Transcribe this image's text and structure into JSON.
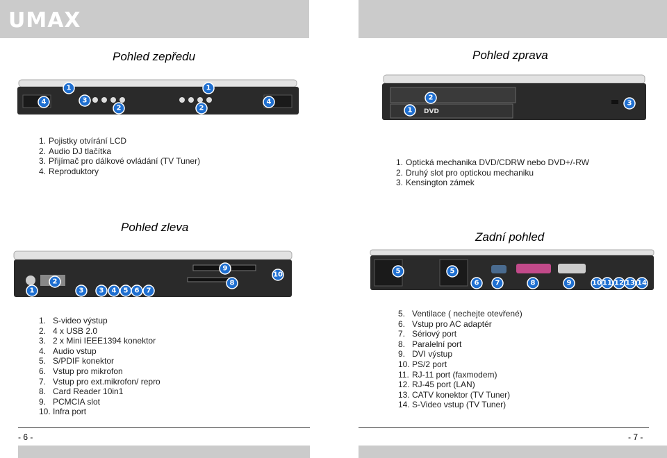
{
  "header": {
    "logo_text": "UMAX"
  },
  "front": {
    "title": "Pohled zepředu",
    "items": [
      {
        "n": "1.",
        "text": "Pojistky otvírání LCD"
      },
      {
        "n": "2.",
        "text": "Audio DJ tlačítka"
      },
      {
        "n": "3.",
        "text": "Přijímač pro dálkové ovládání (TV Tuner)"
      },
      {
        "n": "4.",
        "text": "Reproduktory"
      }
    ],
    "labels": [
      "4",
      "1",
      "3",
      "1",
      "2",
      "2",
      "4"
    ]
  },
  "right": {
    "title": "Pohled zprava",
    "items": [
      {
        "n": "1.",
        "text": "Optická mechanika DVD/CDRW nebo DVD+/-RW"
      },
      {
        "n": "2.",
        "text": "Druhý slot pro optickou mechaniku"
      },
      {
        "n": "3.",
        "text": "Kensington zámek"
      }
    ],
    "labels": [
      "2",
      "1",
      "3"
    ],
    "dvd_logo": "DVD"
  },
  "left": {
    "title": "Pohled zleva",
    "items": [
      {
        "n": "1.",
        "text": "S-video výstup"
      },
      {
        "n": "2.",
        "text": "4 x USB 2.0"
      },
      {
        "n": "3.",
        "text": "2 x Mini IEEE1394 konektor"
      },
      {
        "n": "4.",
        "text": "Audio vstup"
      },
      {
        "n": "5.",
        "text": "S/PDIF konektor"
      },
      {
        "n": "6.",
        "text": "Vstup pro mikrofon"
      },
      {
        "n": "7.",
        "text": "Vstup pro ext.mikrofon/ repro"
      },
      {
        "n": "8.",
        "text": "Card Reader 10in1"
      },
      {
        "n": "9.",
        "text": "PCMCIA slot"
      },
      {
        "n": "10.",
        "text": "Infra port"
      }
    ],
    "labels": [
      "9",
      "10",
      "2",
      "8",
      "1",
      "3",
      "3",
      "4",
      "5",
      "6",
      "7"
    ]
  },
  "back": {
    "title": "Zadní pohled",
    "items": [
      {
        "n": "5.",
        "text": "Ventilace ( nechejte otevřené)"
      },
      {
        "n": "6.",
        "text": "Vstup pro AC adaptér"
      },
      {
        "n": "7.",
        "text": "Sériový port"
      },
      {
        "n": "8.",
        "text": "Paralelní port"
      },
      {
        "n": "9.",
        "text": "DVI výstup"
      },
      {
        "n": "10.",
        "text": "PS/2 port"
      },
      {
        "n": "11.",
        "text": "RJ-11 port (faxmodem)"
      },
      {
        "n": "12.",
        "text": "RJ-45 port (LAN)"
      },
      {
        "n": "13.",
        "text": "CATV konektor (TV Tuner)"
      },
      {
        "n": "14.",
        "text": "S-Video vstup (TV Tuner)"
      }
    ],
    "labels": [
      "5",
      "5",
      "6",
      "7",
      "8",
      "9",
      "10",
      "11",
      "12",
      "13",
      "14"
    ]
  },
  "footer": {
    "left_page": "- 6 -",
    "right_page": "- 7 -"
  },
  "colors": {
    "badge": "#1f6fd0",
    "bar": "#cbcbcb"
  }
}
